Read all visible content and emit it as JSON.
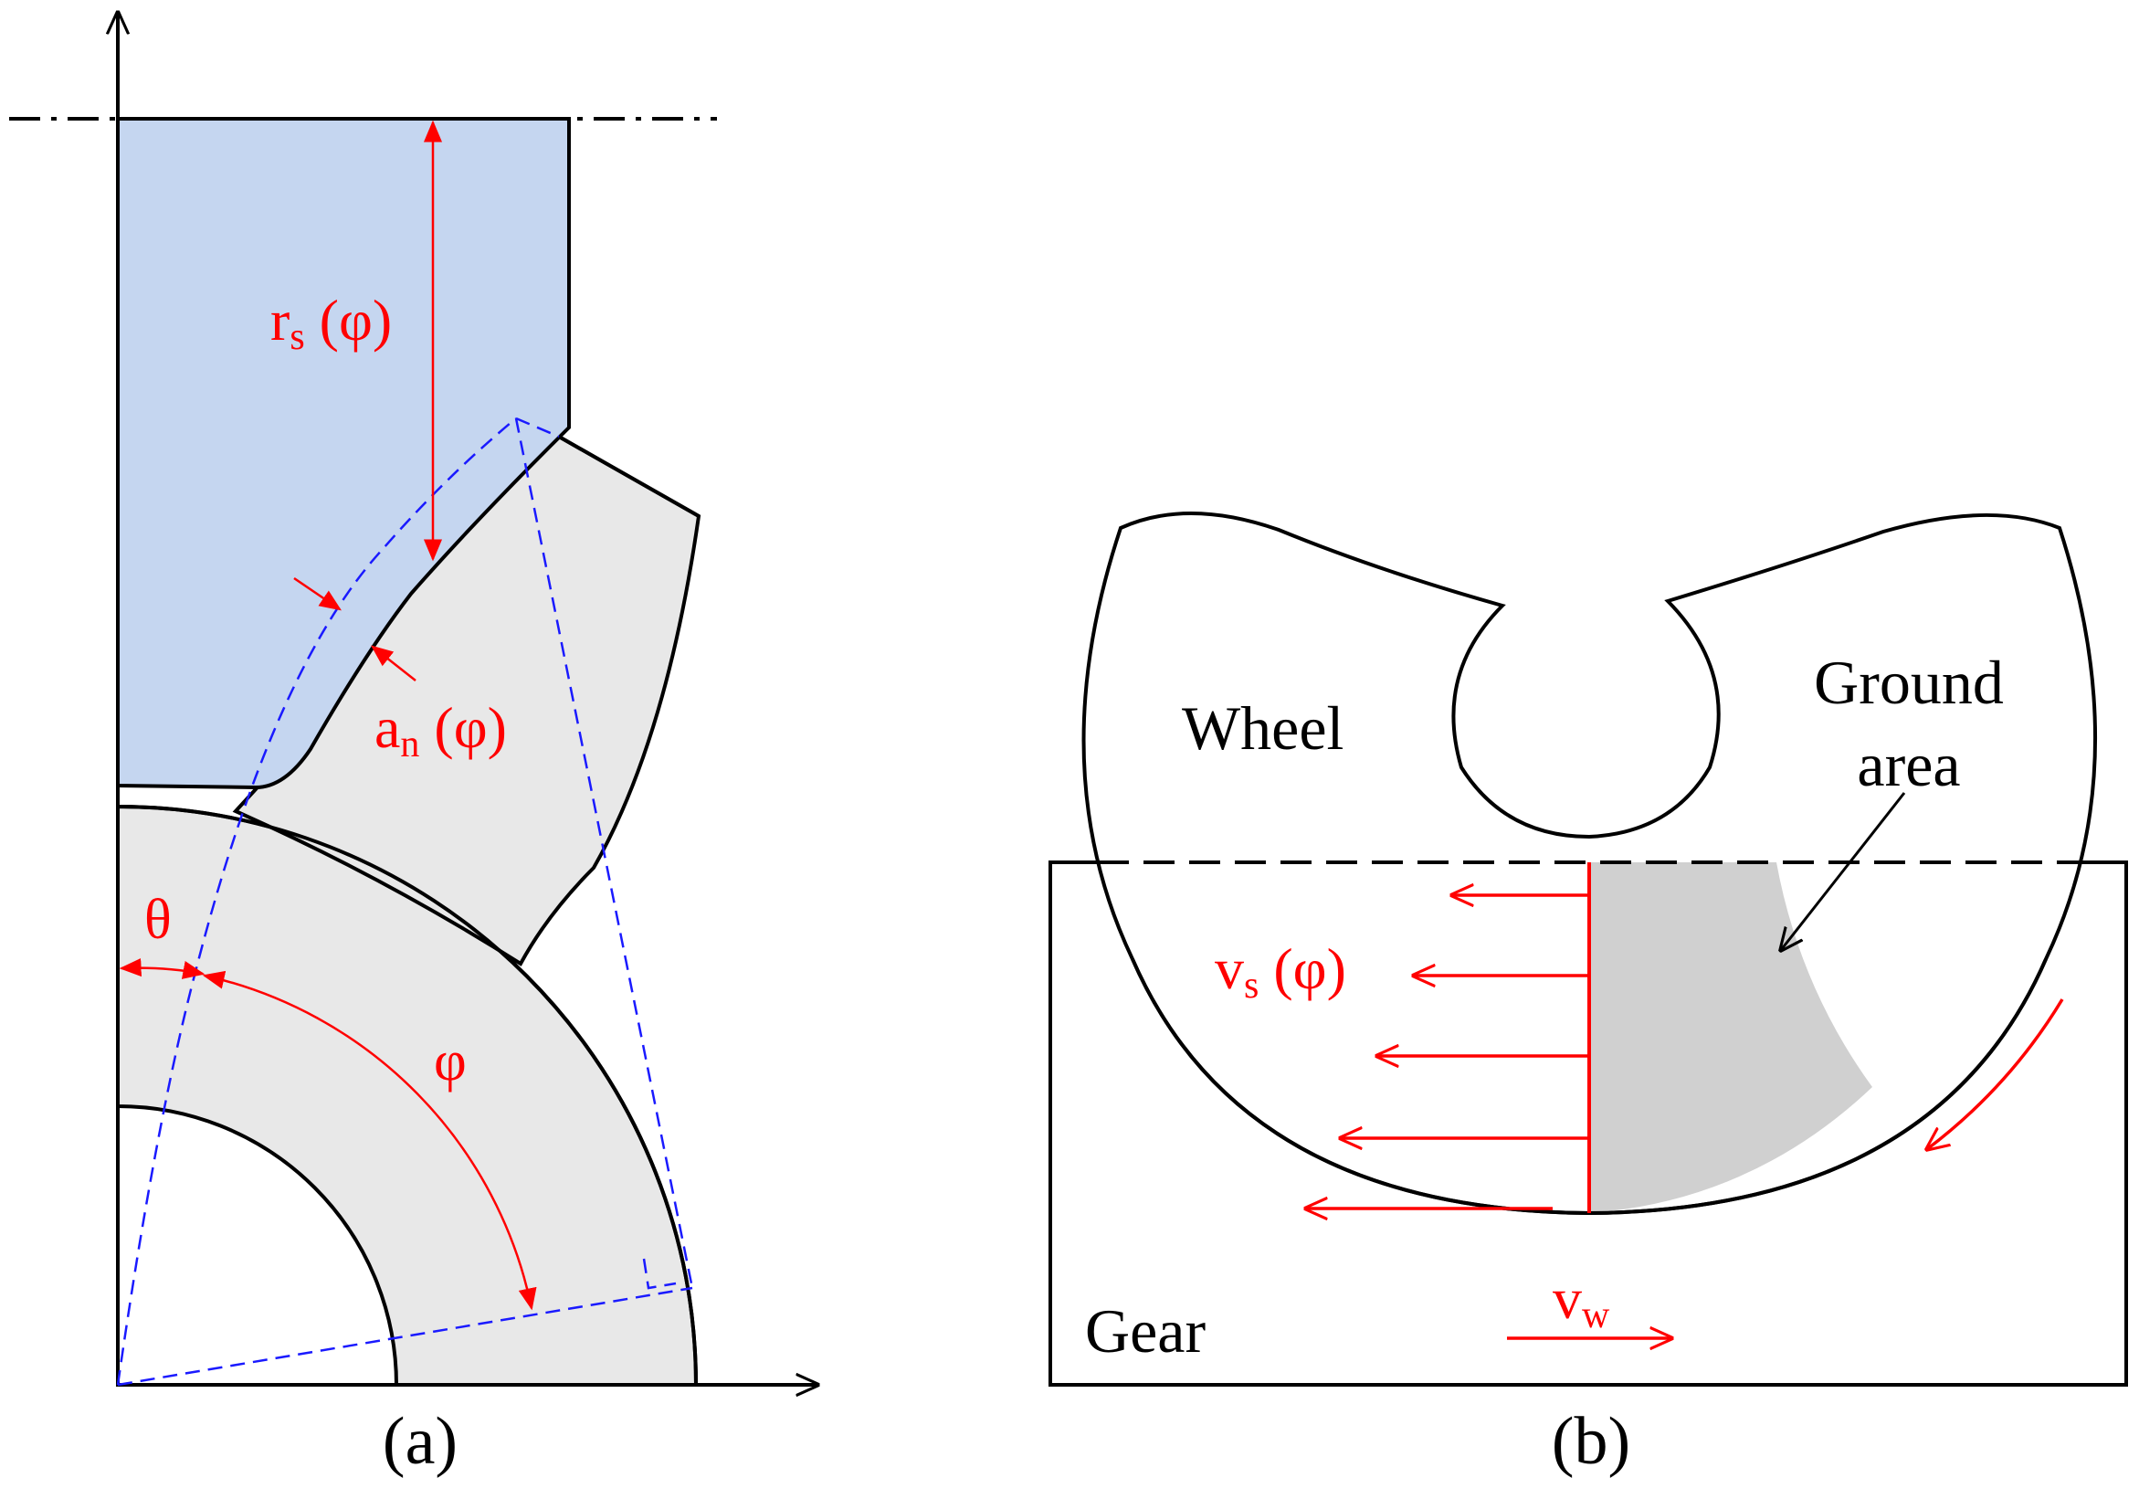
{
  "colors": {
    "shoe_fill": "#c5d6f0",
    "gear_fill": "#e8e8e8",
    "ground_fill": "#d0d0d0",
    "outline": "#000000",
    "dimension": "#ff0000",
    "construction": "#0000ff"
  },
  "panel_a": {
    "caption": "(a)",
    "label_rs_main": "r",
    "label_rs_sub": "s",
    "label_rs_arg": " (φ)",
    "label_an_main": "a",
    "label_an_sub": "n",
    "label_an_arg": " (φ)",
    "label_theta": "θ",
    "label_phi": "φ"
  },
  "panel_b": {
    "caption": "(b)",
    "label_wheel": "Wheel",
    "label_ground_line1": "Ground",
    "label_ground_line2": "area",
    "label_vs_main": "v",
    "label_vs_sub": "s",
    "label_vs_arg": " (φ)",
    "label_gear": "Gear",
    "label_vw_main": "v",
    "label_vw_sub": "w"
  }
}
